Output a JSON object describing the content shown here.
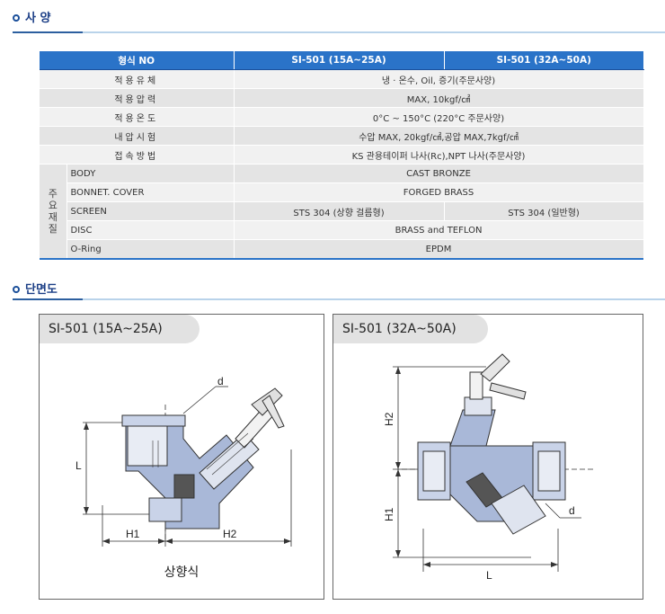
{
  "sections": {
    "spec_title": "사  양",
    "section_title": "단면도"
  },
  "table": {
    "headers": [
      "형식 NO",
      "SI-501 (15A~25A)",
      "SI-501 (32A~50A)"
    ],
    "rows": [
      {
        "label": "적용유체",
        "value": "냉 · 온수, Oil, 증기(주문사양)"
      },
      {
        "label": "적용압력",
        "value": "MAX, 10kgf/㎠"
      },
      {
        "label": "적용온도",
        "value": "0°C ~ 150°C (220°C 주문사양)"
      },
      {
        "label": "내압시험",
        "value": "수압 MAX, 20kgf/㎠,공압 MAX,7kgf/㎠"
      },
      {
        "label": "접속방법",
        "value": "KS 관용테이퍼 나사(Rc),NPT 나사(주문사양)"
      }
    ],
    "material_group_label": [
      "주",
      "요",
      "재",
      "질"
    ],
    "material_rows": [
      {
        "part": "BODY",
        "value": "CAST BRONZE"
      },
      {
        "part": "BONNET. COVER",
        "value": "FORGED BRASS"
      },
      {
        "part": "SCREEN",
        "value_a": "STS 304 (상향 걸름형)",
        "value_b": "STS 304 (일반형)"
      },
      {
        "part": "DISC",
        "value": "BRASS and TEFLON"
      },
      {
        "part": "O-Ring",
        "value": "EPDM"
      }
    ]
  },
  "drawings": {
    "left": {
      "title": "SI-501 (15A~25A)",
      "caption": "상향식",
      "dims": {
        "d": "d",
        "L": "L",
        "H1": "H1",
        "H2": "H2"
      }
    },
    "right": {
      "title": "SI-501 (32A~50A)",
      "dims": {
        "d": "d",
        "L": "L",
        "H1": "H1",
        "H2": "H2"
      }
    }
  },
  "colors": {
    "header_blue": "#2a73c8",
    "title_blue": "#1b3e86",
    "rule_light": "#b9d3ea",
    "valve_blue": "#a9b8d8"
  }
}
